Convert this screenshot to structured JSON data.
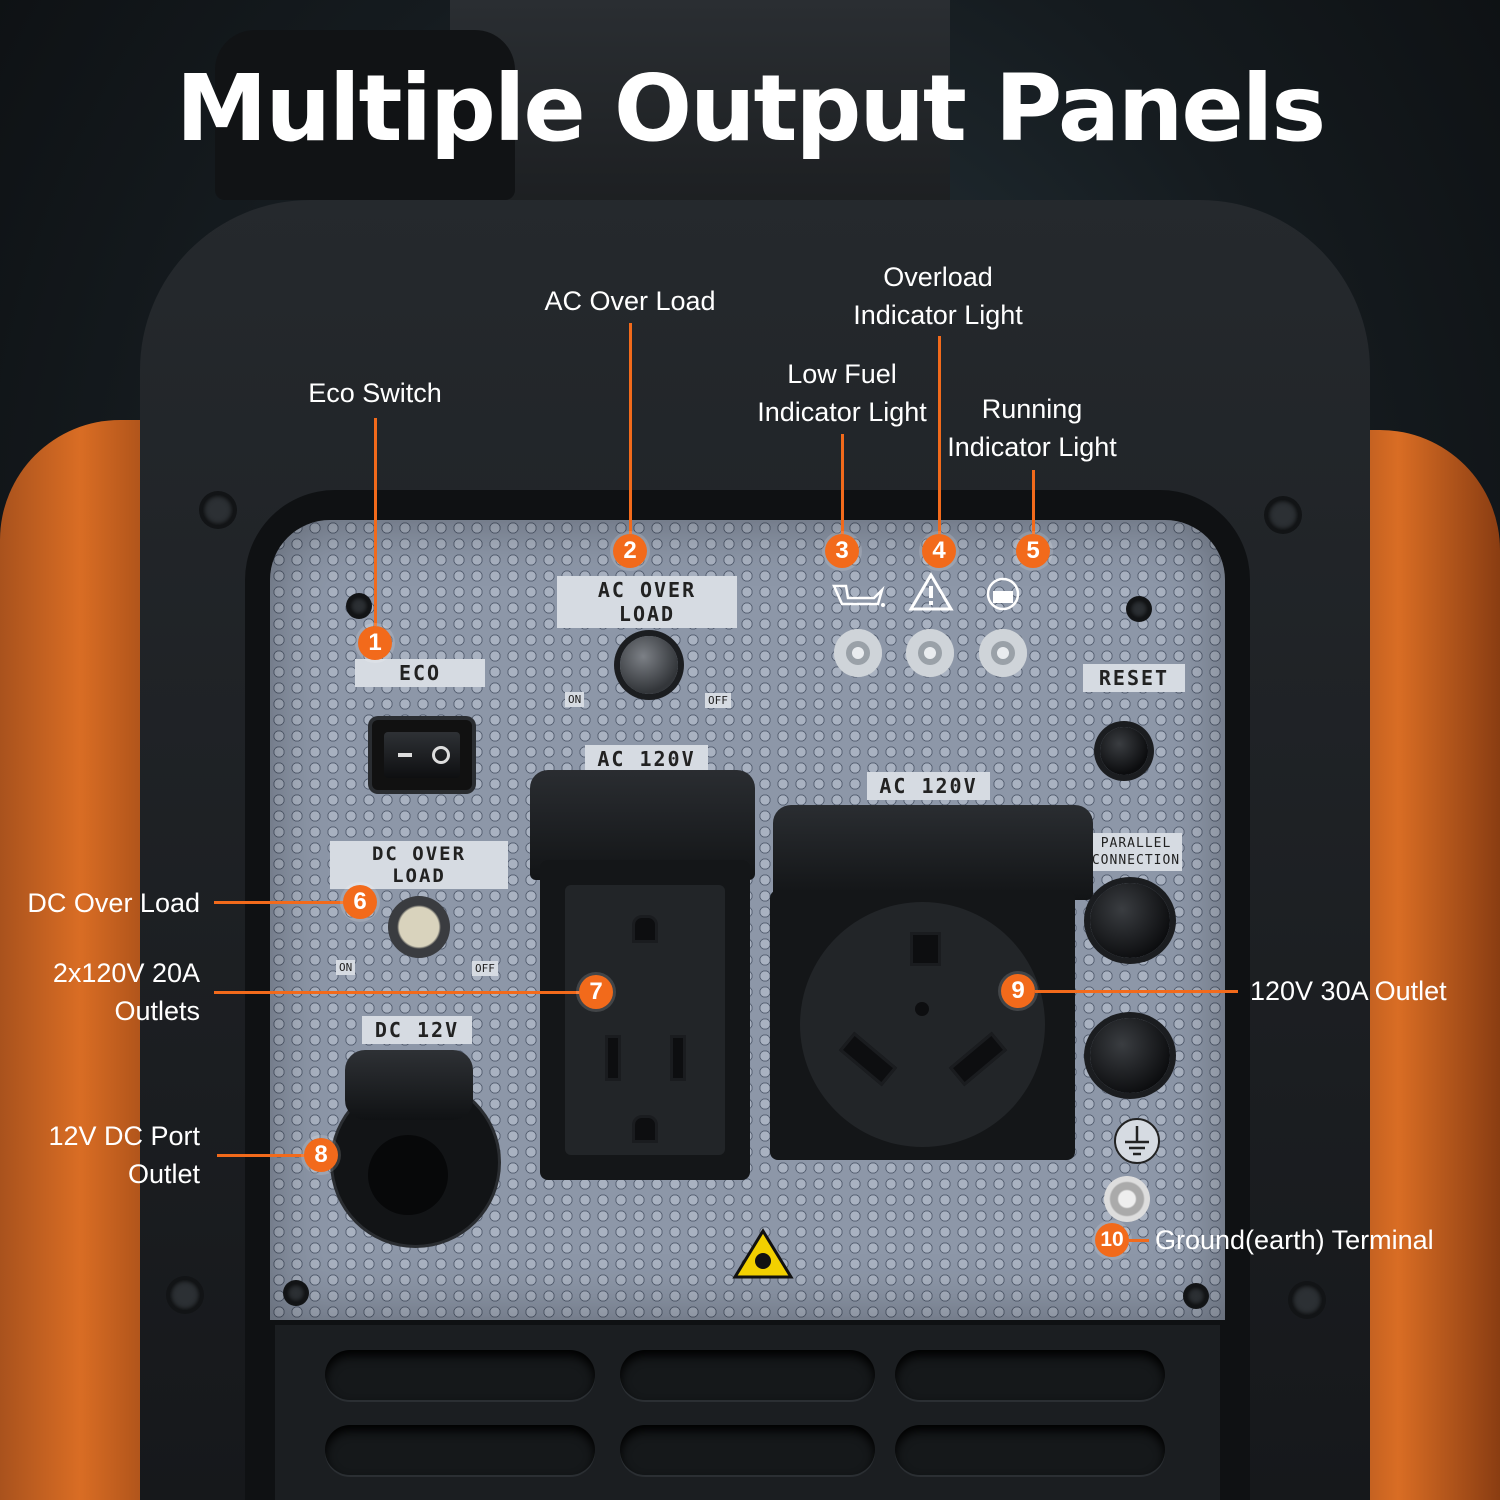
{
  "title": "Multiple Output Panels",
  "callouts": [
    {
      "number": "1",
      "label_lines": [
        "Eco Switch"
      ]
    },
    {
      "number": "2",
      "label_lines": [
        "AC Over Load"
      ]
    },
    {
      "number": "3",
      "label_lines": [
        "Low Fuel",
        "Indicator Light"
      ]
    },
    {
      "number": "4",
      "label_lines": [
        "Overload",
        "Indicator Light"
      ]
    },
    {
      "number": "5",
      "label_lines": [
        "Running",
        "Indicator Light"
      ]
    },
    {
      "number": "6",
      "label_lines": [
        "DC Over Load"
      ]
    },
    {
      "number": "7",
      "label_lines": [
        "2x120V 20A",
        "Outlets"
      ]
    },
    {
      "number": "8",
      "label_lines": [
        "12V DC Port",
        "Outlet"
      ]
    },
    {
      "number": "9",
      "label_lines": [
        "120V 30A Outlet"
      ]
    },
    {
      "number": "10",
      "label_lines": [
        "Ground(earth) Terminal"
      ]
    }
  ],
  "panel_labels": {
    "eco": "ECO",
    "ac_over_load": "AC OVER LOAD",
    "reset": "RESET",
    "dc_over_load": "DC OVER LOAD",
    "ac_120v_left": "AC 120V",
    "ac_120v_right": "AC 120V",
    "dc_12v": "DC 12V",
    "parallel_line1": "PARALLEL",
    "parallel_line2": "CONNECTION",
    "on": "ON",
    "off": "OFF"
  },
  "colors": {
    "accent": "#f26a1b",
    "text": "#ffffff",
    "housing": "#1e2124",
    "shell": "#d96d24"
  },
  "icons": [
    "oil-can-icon",
    "warning-triangle-icon",
    "fuel-running-icon",
    "ground-symbol-icon",
    "hazard-icon"
  ]
}
